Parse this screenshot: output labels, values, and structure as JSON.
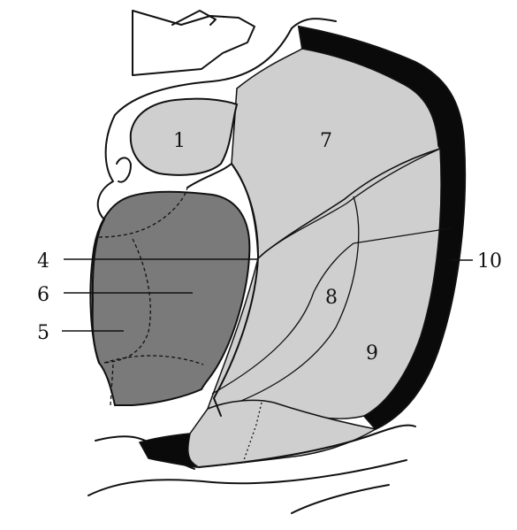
{
  "colors": {
    "background": "#ffffff",
    "light_gray": "#cfcfcf",
    "dark_gray": "#7a7a7a",
    "black": "#0a0a0a",
    "outline": "#111111"
  },
  "labels": {
    "l1": "1",
    "l4": "4",
    "l5": "5",
    "l6": "6",
    "l7": "7",
    "l8": "8",
    "l9": "9",
    "l10": "10"
  }
}
